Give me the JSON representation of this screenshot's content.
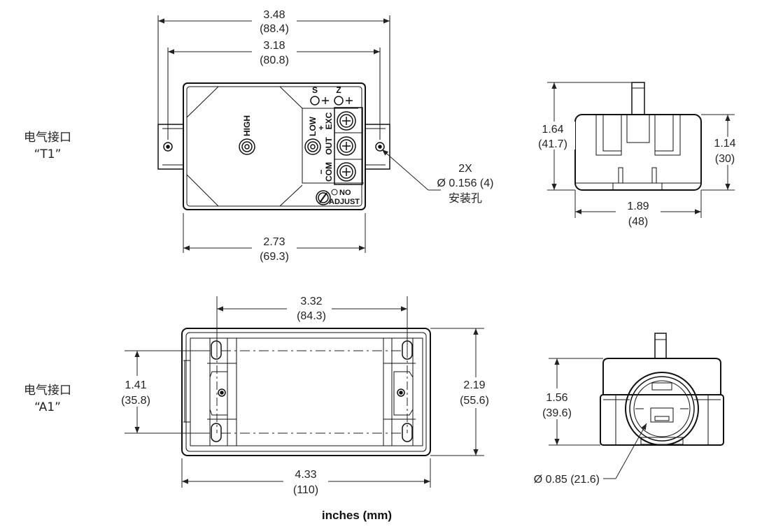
{
  "labels": {
    "t1_line1": "电气接口",
    "t1_line2": "“T1”",
    "a1_line1": "电气接口",
    "a1_line2": "“A1”",
    "units": "inches (mm)"
  },
  "top_view": {
    "overall_width": {
      "in": "3.48",
      "mm": "(88.4)"
    },
    "hole_spacing": {
      "in": "3.18",
      "mm": "(80.8)"
    },
    "body_width": {
      "in": "2.73",
      "mm": "(69.3)"
    },
    "hole_callout": {
      "qty": "2X",
      "dia": "Ø 0.156 (4)",
      "desc": "安装孔"
    },
    "terminal_labels": {
      "s": "S",
      "z": "Z",
      "high": "HIGH",
      "low": "LOW",
      "exc": "+\nEXC",
      "exc_plus": "+",
      "exc_text": "EXC",
      "out": "OUT",
      "com_minus": "−",
      "com": "COM",
      "no": "NO",
      "adjust": "ADJUST"
    }
  },
  "side_view": {
    "height": {
      "in": "1.64",
      "mm": "(41.7)"
    },
    "body_height": {
      "in": "1.14",
      "mm": "(30)"
    },
    "depth": {
      "in": "1.89",
      "mm": "(48)"
    }
  },
  "a1_view": {
    "slot_spacing": {
      "in": "3.32",
      "mm": "(84.3)"
    },
    "hole_height": {
      "in": "1.41",
      "mm": "(35.8)"
    },
    "overall_height": {
      "in": "2.19",
      "mm": "(55.6)"
    },
    "overall_width": {
      "in": "4.33",
      "mm": "(110)"
    }
  },
  "a1_side_view": {
    "height": {
      "in": "1.56",
      "mm": "(39.6)"
    },
    "connector_dia": "Ø 0.85 (21.6)"
  }
}
